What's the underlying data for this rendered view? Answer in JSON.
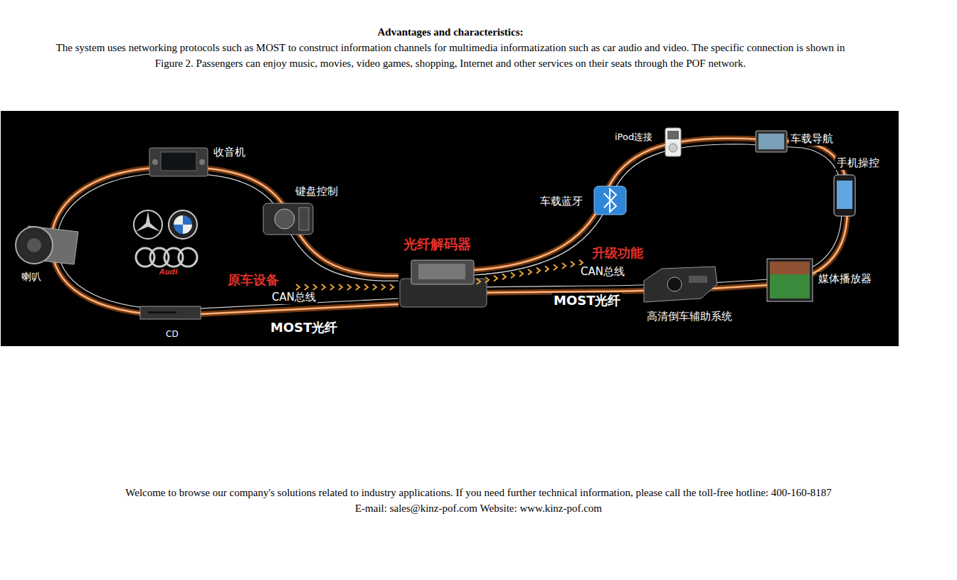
{
  "diagram": {
    "title": "Advantages and characteristics:",
    "labels": [
      "The system uses networking protocols such as MOST to construct information channels for multimedia informatization such as car audio and video. The specific connection is shown in Figure 2. Passengers can enjoy music, movies, video games, shopping, Internet and other services on their seats through the POF network.",
      "收音机",
      "键盘控制",
      "喇叭",
      "CD",
      "Audi",
      "原车设备",
      "CAN总线",
      "MOST光纤",
      "光纤解码器",
      "升级功能",
      "CAN总线",
      "MOST光纤",
      "高清倒车辅助系统",
      "媒体播放器",
      "车载蓝牙",
      "iPod连接",
      "车载导航",
      "手机操控",
      "Welcome to browse our company's solutions related to industry applications. If you need further technical information, please call the toll-free hotline: 400-160-8187 E-mail: sales@kinz-pof.com Website: www.kinz-pof.com"
    ]
  }
}
